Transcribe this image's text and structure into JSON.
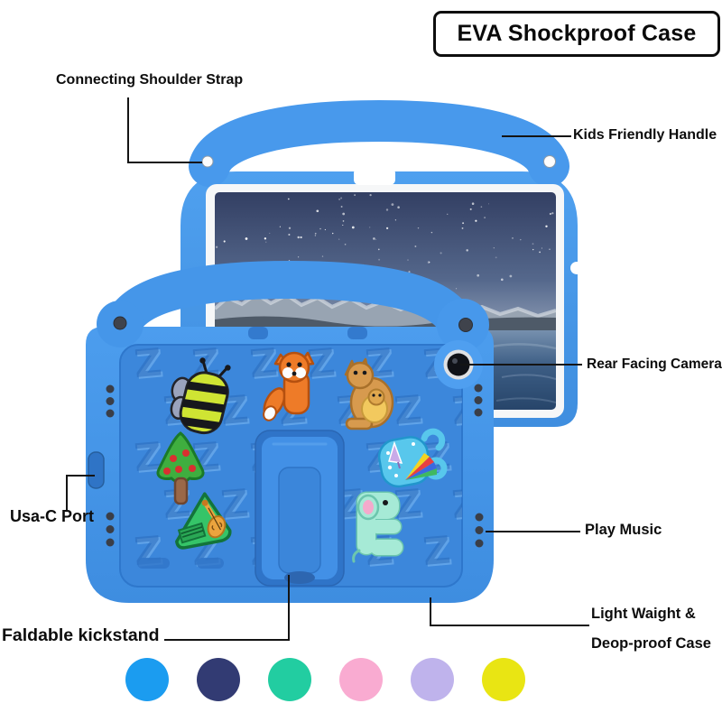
{
  "title": "EVA Shockproof Case",
  "callouts": {
    "shoulder_strap": "Connecting Shoulder Strap",
    "handle": "Kids Friendly Handle",
    "camera": "Rear Facing Camera",
    "usb_port": "Usa-C Port",
    "play_music": "Play Music",
    "kickstand": "Faldable kickstand",
    "lightweight_line1": "Light Waight &",
    "lightweight_line2": "Deop-proof Case"
  },
  "product": {
    "case_color": "#4596E9",
    "screen_wallpaper": "starry night sky over snowy mountains",
    "stickers": [
      "bee",
      "fox",
      "kangaroo",
      "apple-tree",
      "cup-with-umbrellas",
      "violin-wedge",
      "elephant"
    ]
  },
  "swatches": [
    {
      "name": "blue",
      "hex": "#1B9CF0"
    },
    {
      "name": "navy",
      "hex": "#323B73"
    },
    {
      "name": "teal",
      "hex": "#22CDA1"
    },
    {
      "name": "pink",
      "hex": "#F9ABD1"
    },
    {
      "name": "lavender",
      "hex": "#BFB3EC"
    },
    {
      "name": "yellow",
      "hex": "#E9E513"
    }
  ]
}
